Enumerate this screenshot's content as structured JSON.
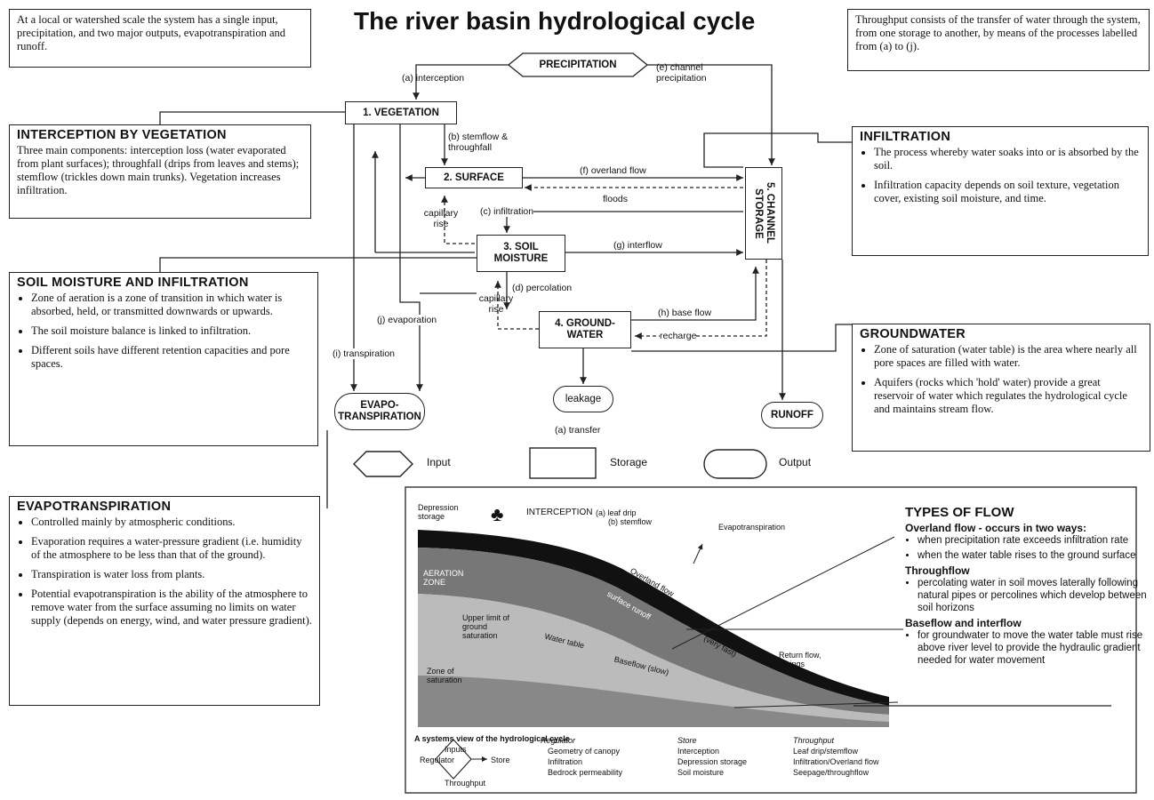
{
  "title": "The river basin hydrological cycle",
  "intro_box": "At a local or watershed scale the system has a single input, precipitation, and two major outputs, evapotranspiration and runoff.",
  "throughput_box": "Throughput consists of the transfer of water through the system, from one storage to another, by means of the processes labelled from (a) to (j).",
  "interception": {
    "heading": "INTERCEPTION BY VEGETATION",
    "text": "Three main components: interception loss (water evaporated from plant surfaces); throughfall (drips from leaves and stems); stemflow (trickles down main trunks). Vegetation increases infiltration."
  },
  "infiltration": {
    "heading": "INFILTRATION",
    "items": [
      "The process whereby water soaks into or is absorbed by the soil.",
      "Infiltration capacity depends on soil texture, vegetation cover, existing soil moisture, and time."
    ]
  },
  "soil_moisture": {
    "heading": "SOIL MOISTURE AND INFILTRATION",
    "items": [
      "Zone of aeration is a zone of transition in which water is absorbed, held, or transmitted downwards or upwards.",
      "The soil moisture balance is linked to infiltration.",
      "Different soils have different retention capacities and pore spaces."
    ]
  },
  "groundwater": {
    "heading": "GROUNDWATER",
    "items": [
      "Zone of saturation (water table) is the area where nearly all pore spaces are filled with water.",
      "Aquifers (rocks which 'hold' water) provide a great reservoir of water which regulates the hydrological cycle and maintains stream flow."
    ]
  },
  "evapotranspiration": {
    "heading": "EVAPOTRANSPIRATION",
    "items": [
      "Controlled mainly by atmospheric conditions.",
      "Evaporation requires a water-pressure gradient (i.e. humidity of the atmosphere to be less than that of the ground).",
      "Transpiration is water loss from plants.",
      "Potential evapotranspiration is the ability of the atmosphere to remove water from the surface assuming no limits on water supply (depends on energy, wind, and water pressure gradient)."
    ]
  },
  "nodes": {
    "precipitation": "PRECIPITATION",
    "vegetation": "1. VEGETATION",
    "surface": "2. SURFACE",
    "soil": "3. SOIL MOISTURE",
    "groundwater": "4. GROUND-WATER",
    "channel": "5. CHANNEL STORAGE",
    "evapo": "EVAPO-TRANSPIRATION",
    "leakage": "leakage",
    "runoff": "RUNOFF"
  },
  "flow_labels": {
    "a": "(a) interception",
    "b": "(b) stemflow & throughfall",
    "c": "(c) infiltration",
    "d": "(d) percolation",
    "e": "(e) channel precipitation",
    "f": "(f) overland flow",
    "g": "(g) interflow",
    "h": "(h) base flow",
    "i": "(i) transpiration",
    "j": "(j) evaporation",
    "floods": "floods",
    "recharge": "recharge",
    "capillary1": "capillary rise",
    "capillary2": "capillary rise",
    "transfer": "(a) transfer"
  },
  "legend": {
    "input": "Input",
    "storage": "Storage",
    "output": "Output"
  },
  "cross_section": {
    "depression": "Depression storage",
    "interception": "INTERCEPTION",
    "leaf": "(a) leaf drip",
    "stem": "(b) stemflow",
    "evapotranspiration": "Evapotranspiration",
    "overland": "Overland flow",
    "surface_runoff": "surface runoff",
    "very_fast": "(very fast)",
    "return": "Return flow, springs",
    "aeration": "AERATION ZONE",
    "upper": "Upper limit of ground saturation",
    "zone_sat": "Zone of saturation",
    "water_table": "Water table",
    "baseflow": "Baseflow (slow)",
    "systems_title": "A systems view of the hydrological cycle",
    "inputs": "Inputs",
    "regulator": "Regulator",
    "store": "Store",
    "throughput": "Throughput",
    "reg_h": "Regulator",
    "reg_items": [
      "Geometry of canopy",
      "Infiltration",
      "Bedrock permeability"
    ],
    "store_h": "Store",
    "store_items": [
      "Interception",
      "Depression storage",
      "Soil moisture"
    ],
    "thr_h": "Throughput",
    "thr_items": [
      "Leaf drip/stemflow",
      "Infiltration/Overland flow",
      "Seepage/throughflow"
    ]
  },
  "types_of_flow": {
    "heading": "TYPES OF FLOW",
    "overland_h": "Overland flow - occurs in two ways:",
    "overland_items": [
      "when precipitation rate exceeds infiltration rate",
      "when the water table rises to the ground surface"
    ],
    "through_h": "Throughflow",
    "through_items": [
      "percolating water in soil moves laterally following natural pipes or percolines which develop between soil horizons"
    ],
    "base_h": "Baseflow and interflow",
    "base_items": [
      "for groundwater to move the water table must rise above river level to provide the hydraulic gradient needed for water movement"
    ]
  }
}
